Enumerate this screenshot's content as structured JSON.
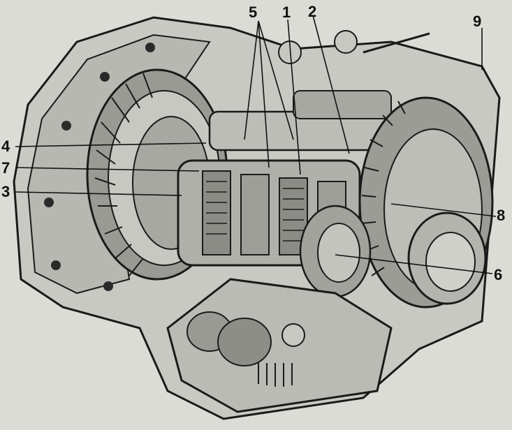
{
  "diagram": {
    "subject": "transmission-cutaway",
    "colors": {
      "paper": "#dcdcd6",
      "ink": "#1a1a1a",
      "shade": "#8a8a86",
      "light": "#c4c4be"
    },
    "callouts": [
      {
        "id": "c1",
        "label": "1"
      },
      {
        "id": "c2",
        "label": "2"
      },
      {
        "id": "c3",
        "label": "3"
      },
      {
        "id": "c4",
        "label": "4"
      },
      {
        "id": "c5",
        "label": "5"
      },
      {
        "id": "c6",
        "label": "6"
      },
      {
        "id": "c7",
        "label": "7"
      },
      {
        "id": "c8",
        "label": "8"
      },
      {
        "id": "c9",
        "label": "9"
      }
    ]
  }
}
